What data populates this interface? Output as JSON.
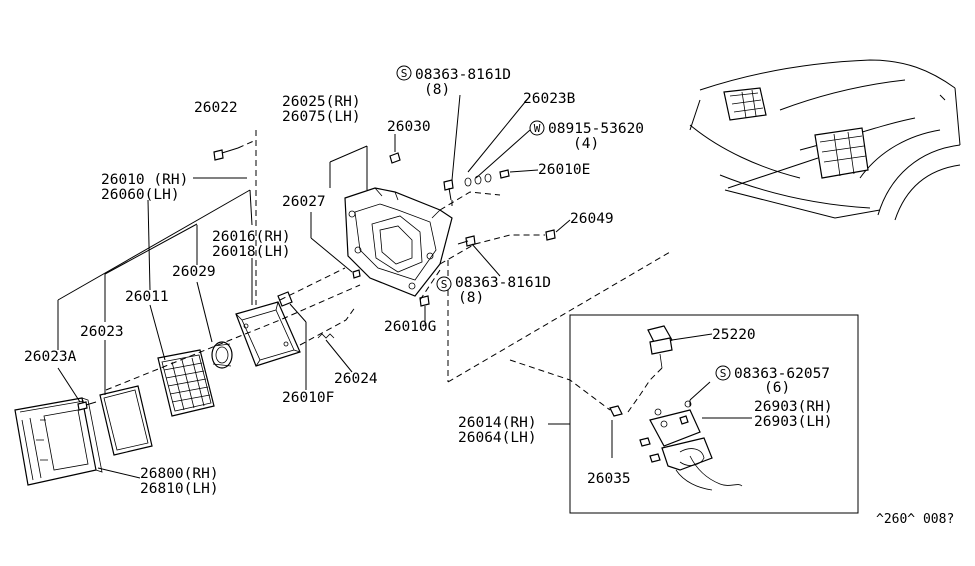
{
  "labels": {
    "p26022": "26022",
    "p26025": "26025(RH)",
    "p26075": "26075(LH)",
    "p26030": "26030",
    "s08363_top": "08363-8161D",
    "s08363_top_qty": "(8)",
    "p26023B": "26023B",
    "w08915": "08915-53620",
    "w08915_qty": "(4)",
    "p26010E": "26010E",
    "p26010": "26010 (RH)",
    "p26060": "26060(LH)",
    "p26027": "26027",
    "p26049": "26049",
    "p26016": "26016(RH)",
    "p26018": "26018(LH)",
    "p26029": "26029",
    "p26011": "26011",
    "s08363_mid": "08363-8161D",
    "s08363_mid_qty": "(8)",
    "p26023": "26023",
    "p26010G": "26010G",
    "p25220": "25220",
    "p26023A": "26023A",
    "s08363_62057": "08363-62057",
    "s08363_62057_qty": "(6)",
    "p26024": "26024",
    "p26903_rh": "26903(RH)",
    "p26903_lh": "26903(LH)",
    "p26010F": "26010F",
    "p26014": "26014(RH)",
    "p26064": "26064(LH)",
    "p26800": "26800(RH)",
    "p26810": "26810(LH)",
    "p26035": "26035",
    "footer_code": "^260^ 008?"
  },
  "symbols": {
    "screw": "S",
    "washer": "W"
  },
  "icons": [
    "headlamp-bezel-icon",
    "sealed-beam-icon",
    "headlamp-housing-icon",
    "retractor-motor-icon",
    "car-front-icon",
    "screw-icon",
    "washer-icon",
    "relay-icon"
  ]
}
